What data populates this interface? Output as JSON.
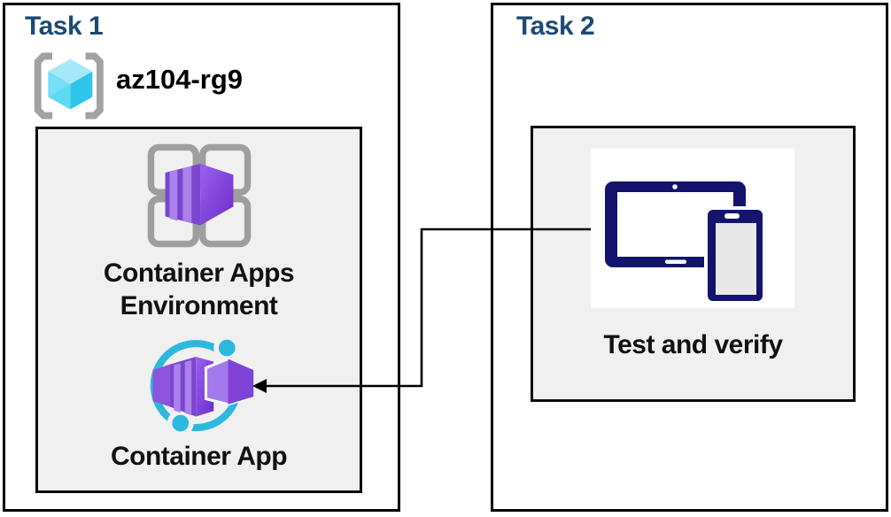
{
  "task1": {
    "title": "Task 1",
    "resource_group": {
      "icon": "resource-group-icon",
      "name": "az104-rg9"
    },
    "environment_box": {
      "icon": "container-apps-environment-icon",
      "label_line1": "Container Apps",
      "label_line2": "Environment"
    },
    "container_app": {
      "icon": "container-app-icon",
      "label": "Container App"
    }
  },
  "task2": {
    "title": "Task 2",
    "test": {
      "icon": "tablet-phone-icon",
      "label": "Test and verify"
    }
  },
  "connector": {
    "description": "elbow arrow from Test and verify icon to Container App icon",
    "arrow_direction": "left"
  },
  "colors": {
    "title_navy": "#1C4A74",
    "label_black": "#111111",
    "panel_border": "#000000",
    "inner_fill": "#F0F0F0",
    "device_navy": "#14146E",
    "device_screen_gray": "#E8E8E8",
    "cyan_ring": "#2DB9DE",
    "purple_face": "#7C45D0",
    "purple_stripe": "#AA82EA",
    "purple_gradient_top": "#9A60F0",
    "purple_gradient_bottom": "#6B2CC6",
    "bracket_gray": "#A2A2A2",
    "square_gray": "#9E9E9E",
    "cube_top": "#A6E8F8",
    "cube_left": "#5EDBF4",
    "cube_right": "#2EC5EA"
  }
}
